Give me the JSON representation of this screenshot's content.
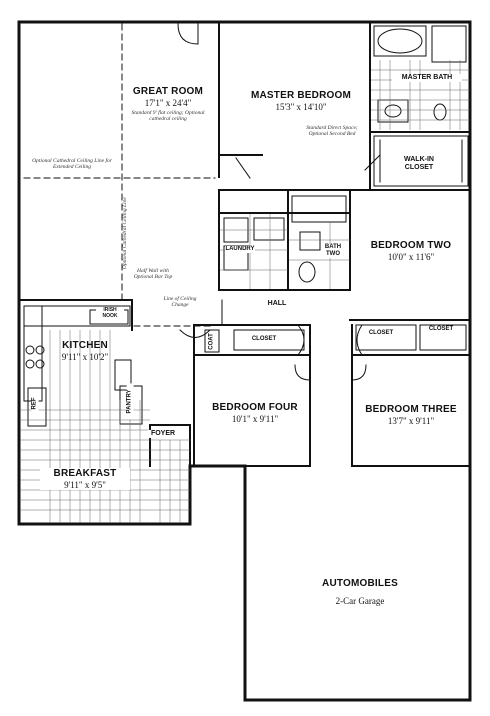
{
  "rooms": {
    "great_room": {
      "name": "GREAT ROOM",
      "dims": "17'1\" x 24'4\"",
      "note": "Standard 9' flat ceiling; Optional cathedral ceiling"
    },
    "master_bedroom": {
      "name": "MASTER BEDROOM",
      "dims": "15'3\" x 14'10\"",
      "note": "Standard Direct Space; Optional Second Bed"
    },
    "master_bath": {
      "name": "MASTER BATH"
    },
    "walk_in_closet": {
      "name": "WALK-IN CLOSET"
    },
    "bedroom_two": {
      "name": "BEDROOM TWO",
      "dims": "10'0\" x 11'6\""
    },
    "laundry": {
      "name": "LAUNDRY"
    },
    "bath_two": {
      "name": "BATH TWO"
    },
    "hall": {
      "name": "HALL"
    },
    "closet_hall": {
      "name": "CLOSET"
    },
    "closet_b3": {
      "name": "CLOSET"
    },
    "closet_b2": {
      "name": "CLOSET"
    },
    "coat": {
      "name": "COAT"
    },
    "kitchen": {
      "name": "KITCHEN",
      "dims": "9'11\" x 10'2\""
    },
    "irish_nook": {
      "name": "IRISH NOOK"
    },
    "pantry": {
      "name": "PANTRY"
    },
    "ref": {
      "name": "REF"
    },
    "bedroom_four": {
      "name": "BEDROOM FOUR",
      "dims": "10'1\" x 9'11\""
    },
    "bedroom_three": {
      "name": "BEDROOM THREE",
      "dims": "13'7\" x 9'11\""
    },
    "foyer": {
      "name": "FOYER"
    },
    "breakfast": {
      "name": "BREAKFAST",
      "dims": "9'11\" x 9'5\""
    },
    "garage": {
      "name": "AUTOMOBILES",
      "dims": "2-Car Garage"
    }
  },
  "notes": {
    "cathedral": "Optional Cathedral Ceiling Line for Extended Ceiling",
    "cathedral_v": "Optional Cathedral Ceiling Line",
    "half_wall": "Half Wall with Optional Bar Top",
    "line_ceiling": "Line of Ceiling Change"
  }
}
